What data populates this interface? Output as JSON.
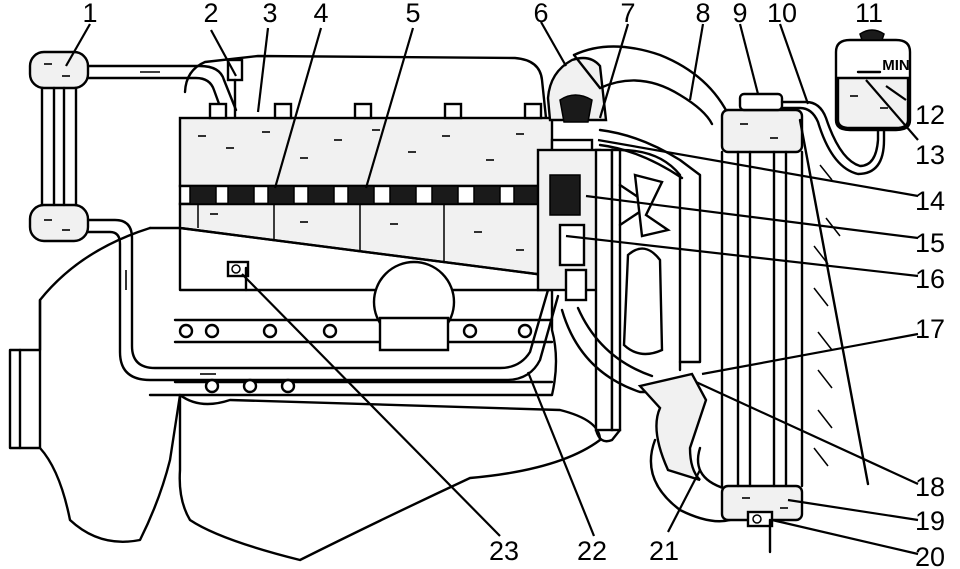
{
  "diagram": {
    "tank_mark": "MIN",
    "callouts": [
      "1",
      "2",
      "3",
      "4",
      "5",
      "6",
      "7",
      "8",
      "9",
      "10",
      "11",
      "12",
      "13",
      "14",
      "15",
      "16",
      "17",
      "18",
      "19",
      "20",
      "21",
      "22",
      "23"
    ]
  }
}
